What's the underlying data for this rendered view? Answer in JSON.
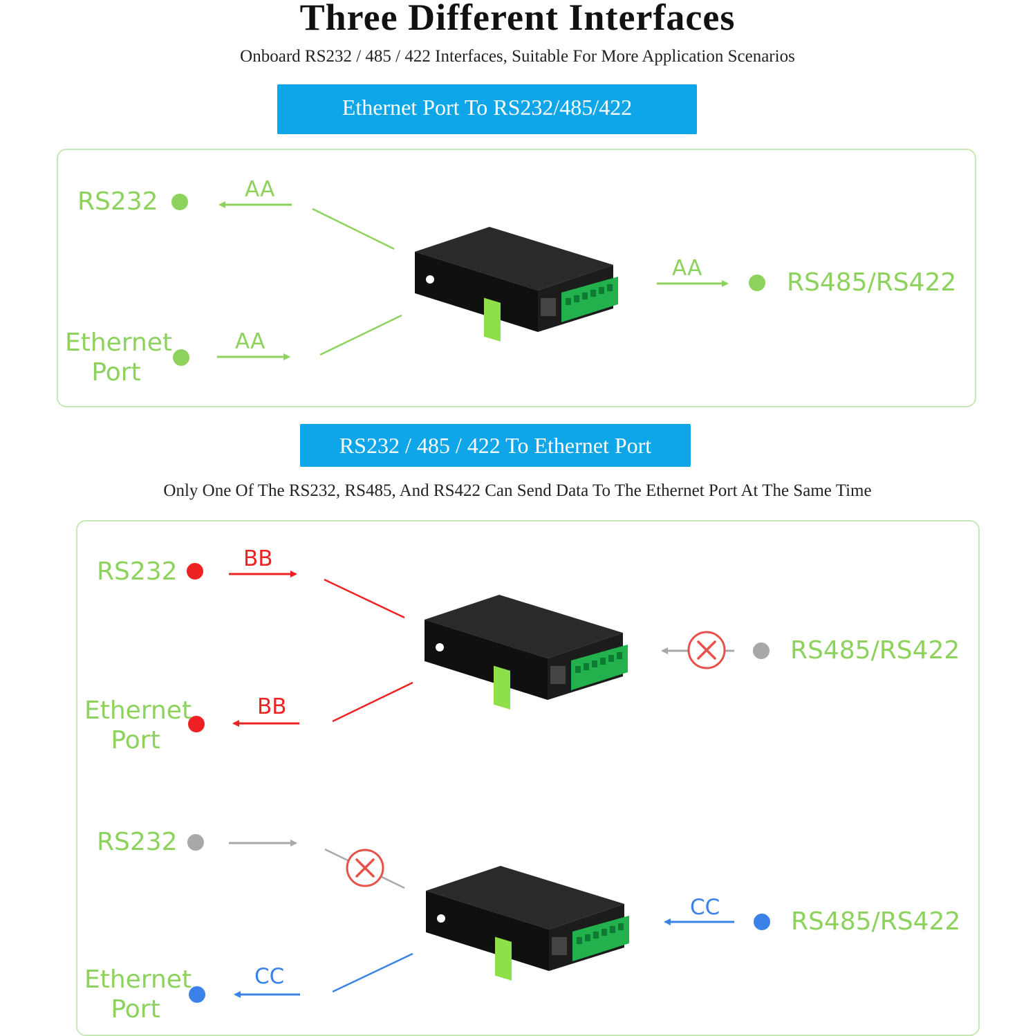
{
  "header": {
    "title": "Three Different Interfaces",
    "subtitle": "Onboard RS232 / 485 / 422 Interfaces, Suitable For More Application Scenarios"
  },
  "section1": {
    "banner": "Ethernet Port To RS232/485/422",
    "rs232_label": "RS232",
    "ethernet_label_line1": "Ethernet",
    "ethernet_label_line2": "Port",
    "rs485_label": "RS485/RS422",
    "data_rs232": "AA",
    "data_ethernet": "AA",
    "data_rs485": "AA"
  },
  "section2": {
    "banner": "RS232 / 485 / 422 To Ethernet Port",
    "note": "Only One Of The RS232, RS485, And RS422 Can Send Data To The Ethernet Port At The Same Time",
    "caseA": {
      "rs232_label": "RS232",
      "ethernet_label_line1": "Ethernet",
      "ethernet_label_line2": "Port",
      "rs485_label": "RS485/RS422",
      "data_rs232": "BB",
      "data_ethernet": "BB"
    },
    "caseB": {
      "rs232_label": "RS232",
      "ethernet_label_line1": "Ethernet",
      "ethernet_label_line2": "Port",
      "rs485_label": "RS485/RS422",
      "data_rs485": "CC",
      "data_ethernet": "CC"
    }
  },
  "colors": {
    "green": "#8cd25c",
    "red": "#ee2222",
    "gray": "#a8a8a8",
    "blue": "#3b82e8",
    "banner": "#0ea5e9",
    "panel_border": "#c6e8b4"
  },
  "icons": {
    "device": "industrial-serial-server-icon",
    "blocked": "x-circle-icon"
  }
}
